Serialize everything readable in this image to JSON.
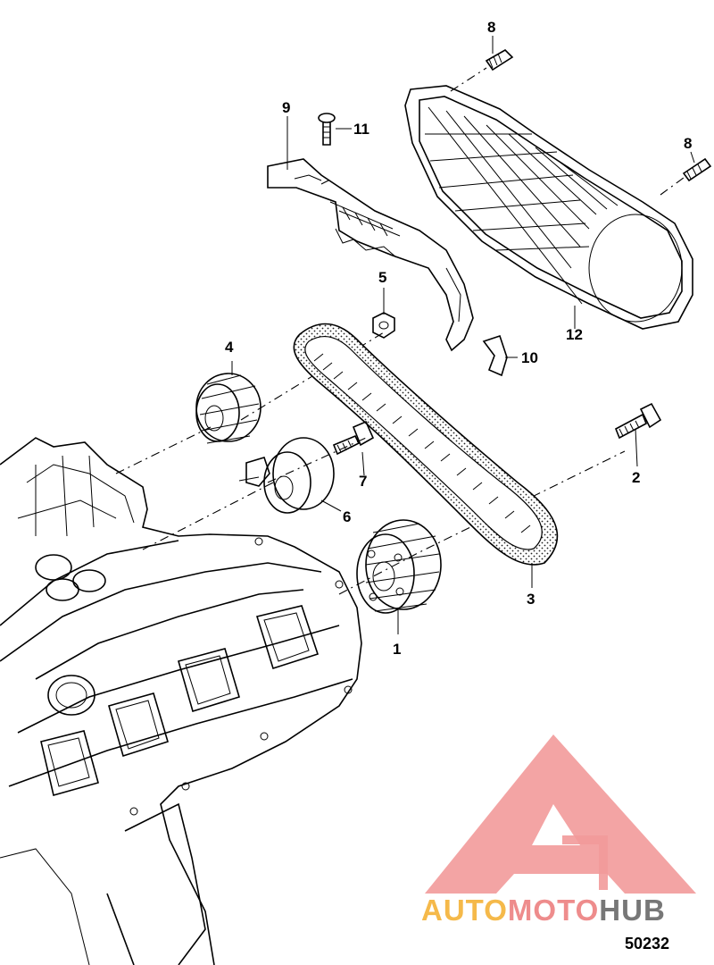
{
  "diagram": {
    "callouts": [
      {
        "id": "1",
        "label": "1"
      },
      {
        "id": "2",
        "label": "2"
      },
      {
        "id": "3",
        "label": "3"
      },
      {
        "id": "4",
        "label": "4"
      },
      {
        "id": "5",
        "label": "5"
      },
      {
        "id": "6",
        "label": "6"
      },
      {
        "id": "7",
        "label": "7"
      },
      {
        "id": "8a",
        "label": "8"
      },
      {
        "id": "8b",
        "label": "8"
      },
      {
        "id": "9",
        "label": "9"
      },
      {
        "id": "10",
        "label": "10"
      },
      {
        "id": "11",
        "label": "11"
      },
      {
        "id": "12",
        "label": "12"
      }
    ],
    "figure_number": "50232"
  },
  "watermark": {
    "brand_parts": [
      "AUTO",
      "MOTO",
      "HUB"
    ],
    "colors": {
      "auto": "#F5B94A",
      "moto": "#EE8C8C",
      "hub": "#777777",
      "logo": "#F29A9A"
    }
  }
}
